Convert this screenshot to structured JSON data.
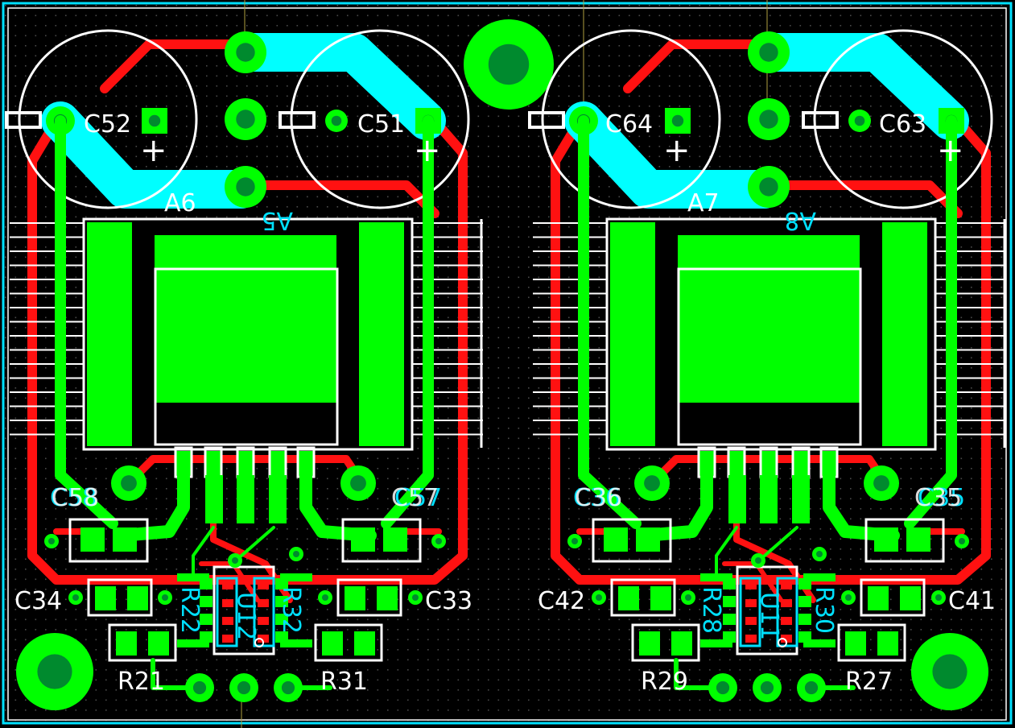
{
  "colors": {
    "background": "#000000",
    "grid_dot": "#4a4a4a",
    "border": "#00e0ff",
    "pad": "#00ff00",
    "pad_hole": "#008a2e",
    "top_trace": "#ff1111",
    "bottom_trace": "#00ffff",
    "silkscreen": "#ffffff",
    "bottom_silk": "#00e0ff",
    "via_outline": "#00ff00"
  },
  "labels": {
    "C52": "C52",
    "C51": "C51",
    "C64": "C64",
    "C63": "C63",
    "A6": "A6",
    "A5": "A5",
    "A7": "A7",
    "A8": "A8",
    "C58": "C58",
    "C57": "C57",
    "C36": "C36",
    "C35": "C35",
    "C34": "C34",
    "C33": "C33",
    "C42": "C42",
    "C41": "C41",
    "R21": "R21",
    "R31": "R31",
    "R29": "R29",
    "R27": "R27",
    "U12": "U12",
    "U11": "U11",
    "R22": "R22",
    "R32": "R32",
    "R28": "R28",
    "R30": "R30",
    "plus": "+"
  }
}
